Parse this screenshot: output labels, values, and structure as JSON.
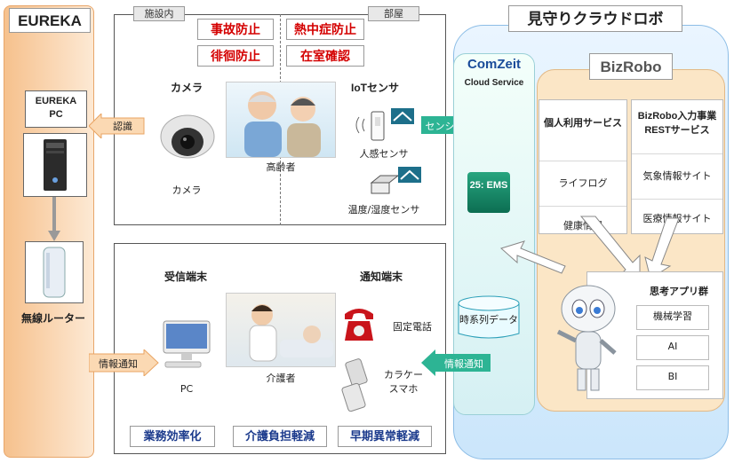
{
  "eureka": {
    "title": "EUREKA",
    "pc_label_1": "EUREKA",
    "pc_label_2": "PC",
    "router_label": "無線ルーター"
  },
  "arrows": {
    "ninshiki": "認識",
    "sensing": "センシング",
    "notify_left": "情報通知",
    "notify_right": "情報通知"
  },
  "facility": {
    "tag_inside": "施設内",
    "tag_room": "部屋",
    "red_boxes": [
      "事故防止",
      "熱中症防止",
      "徘徊防止",
      "在室確認"
    ],
    "camera_heading": "カメラ",
    "iot_heading": "IoTセンサ",
    "camera_caption": "カメラ",
    "elderly_caption": "高齢者",
    "motion_sensor": "人感センサ",
    "temp_sensor": "温度/湿度センサ"
  },
  "terminals": {
    "recv_heading": "受信端末",
    "notify_heading": "通知端末",
    "pc_caption": "PC",
    "caregiver_caption": "介護者",
    "phone_caption": "固定電話",
    "mobile_caption_1": "カラケー",
    "mobile_caption_2": "スマホ",
    "blue_boxes": [
      "業務効率化",
      "介護負担軽減",
      "早期異常軽減"
    ]
  },
  "cloud": {
    "title": "見守りクラウドロボ",
    "comzeit_name": "ComZeit",
    "comzeit_sub": "Cloud Service",
    "ems_label": "25: EMS",
    "db_label": "時系列データ",
    "bizrobo_title": "BizRobo",
    "personal_head": "個人利用サービス",
    "personal_items": [
      "ライフログ",
      "健康情報"
    ],
    "rest_head_1": "BizRobo入力事業",
    "rest_head_2": "RESTサービス",
    "rest_items": [
      "気象情報サイト",
      "医療情報サイト"
    ],
    "ai_head": "思考アプリ群",
    "ai_items": [
      "機械学習",
      "AI",
      "BI"
    ]
  },
  "colors": {
    "eureka_orange": "#f6c18d",
    "cloud_blue": "#cbe6fb",
    "bizrobo_beige": "#fbe6c6",
    "accent_red": "#d40000",
    "accent_navy": "#1b3a8c",
    "arrow_green": "#1e9b80"
  }
}
